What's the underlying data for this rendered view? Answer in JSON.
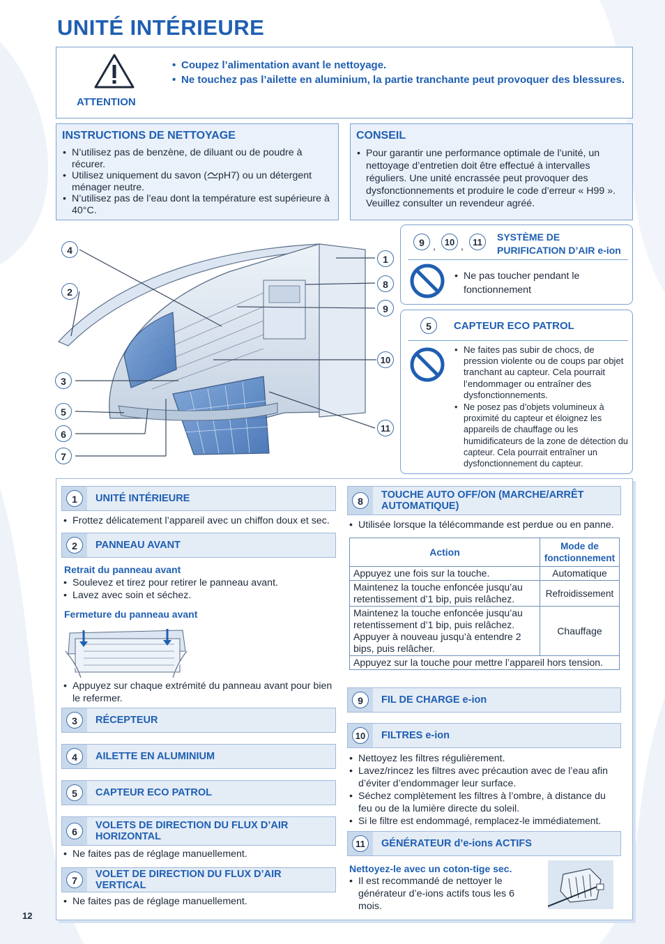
{
  "page_title": "UNITÉ INTÉRIEURE",
  "page_number": "12",
  "attention": {
    "label": "ATTENTION",
    "items": [
      "Coupez l’alimentation avant le nettoyage.",
      "Ne touchez pas l’ailette en aluminium, la partie tranchante peut provoquer des blessures."
    ]
  },
  "cleaning": {
    "title": "INSTRUCTIONS DE NETTOYAGE",
    "items": [
      "N’utilisez pas de benzène, de diluant ou de poudre à récurer.",
      "Utilisez uniquement du savon ( pH7) ou un détergent ménager neutre.",
      "N’utilisez pas de l’eau dont la température est supérieure à 40°C."
    ],
    "item2_a": "Utilisez uniquement du savon (",
    "item2_b": "pH7) ou un détergent ménager neutre."
  },
  "conseil": {
    "title": "CONSEIL",
    "text": "Pour garantir une performance optimale de l’unité, un nettoyage d’entretien doit être effectué à intervalles réguliers. Une unité encrassée peut provoquer des dysfonctionnements et produire le code d’erreur « H99 ». Veuillez consulter un revendeur agréé."
  },
  "callouts": [
    "1",
    "2",
    "3",
    "4",
    "5",
    "6",
    "7",
    "8",
    "9",
    "10",
    "11"
  ],
  "eion_box": {
    "nums": [
      "9",
      "10",
      "11"
    ],
    "sep": ",",
    "title_line1": "SYSTÈME DE",
    "title_line2": "PURIFICATION D’AIR e-ion",
    "item": "Ne pas toucher pendant le fonctionnement"
  },
  "eco_box": {
    "num": "5",
    "title": "CAPTEUR ECO PATROL",
    "items": [
      "Ne faites pas subir de chocs, de pression violente ou de coups par objet tranchant au capteur. Cela pourrait l’endommager ou entraîner des dysfonctionnements.",
      "Ne posez pas d’objets volumineux à proximité du capteur et éloignez les appareils de chauffage ou les humidificateurs de la zone de détection du capteur. Cela pourrait entraîner un dysfonctionnement du capteur."
    ]
  },
  "sections": {
    "s1": {
      "num": "1",
      "title": "UNITÉ INTÉRIEURE",
      "item": "Frottez délicatement l’appareil avec un chiffon doux et sec."
    },
    "s2": {
      "num": "2",
      "title": "PANNEAU AVANT",
      "retrait_title": "Retrait du panneau avant",
      "retrait_items": [
        "Soulevez et tirez pour retirer le panneau avant.",
        "Lavez avec soin et séchez."
      ],
      "fermeture_title": "Fermeture du panneau avant",
      "fermeture_item": "Appuyez sur chaque extrémité du panneau avant pour bien le refermer."
    },
    "s3": {
      "num": "3",
      "title": "RÉCEPTEUR"
    },
    "s4": {
      "num": "4",
      "title": "AILETTE EN ALUMINIUM"
    },
    "s5": {
      "num": "5",
      "title": "CAPTEUR ECO PATROL"
    },
    "s6": {
      "num": "6",
      "title": "VOLETS DE DIRECTION DU FLUX D’AIR HORIZONTAL",
      "item": "Ne faites pas de réglage manuellement."
    },
    "s7": {
      "num": "7",
      "title": "VOLET DE DIRECTION DU FLUX D’AIR VERTICAL",
      "item": "Ne faites pas de réglage manuellement."
    },
    "s8": {
      "num": "8",
      "title": "TOUCHE AUTO OFF/ON (MARCHE/ARRÊT AUTOMATIQUE)",
      "item": "Utilisée lorsque la télécommande est perdue ou en panne."
    },
    "s9": {
      "num": "9",
      "title": "FIL DE CHARGE e-ion"
    },
    "s10": {
      "num": "10",
      "title": "FILTRES e-ion",
      "items": [
        "Nettoyez les filtres régulièrement.",
        "Lavez/rincez les filtres avec précaution avec de l’eau afin d’éviter d’endommager leur surface.",
        "Séchez complètement les filtres à l’ombre, à distance du feu ou de la lumière directe du soleil.",
        "Si le filtre est endommagé, remplacez-le immédiatement."
      ]
    },
    "s11": {
      "num": "11",
      "title": "GÉNÉRATEUR d’e-ions ACTIFS",
      "sub": "Nettoyez-le avec un coton-tige sec.",
      "item": "Il est recommandé de nettoyer le générateur d’e-ions actifs tous les 6 mois."
    }
  },
  "table": {
    "headers": [
      "Action",
      "Mode de fonctionnement"
    ],
    "rows": [
      [
        "Appuyez une fois sur la touche.",
        "Automatique"
      ],
      [
        "Maintenez la touche enfoncée jusqu’au retentissement d’1 bip, puis relâchez.",
        "Refroidissement"
      ],
      [
        "Maintenez la touche enfoncée jusqu’au retentissement d’1 bip, puis relâchez. Appuyer à nouveau jusqu’à entendre 2 bips, puis relâcher.",
        "Chauffage"
      ]
    ],
    "footer": "Appuyez sur la touche pour mettre l’appareil hors tension."
  },
  "colors": {
    "accent": "#1f5fb2",
    "border": "#7ba2cf",
    "panel": "#e4ecf6"
  },
  "icons": [
    "warning-icon",
    "no-entry-icon"
  ]
}
